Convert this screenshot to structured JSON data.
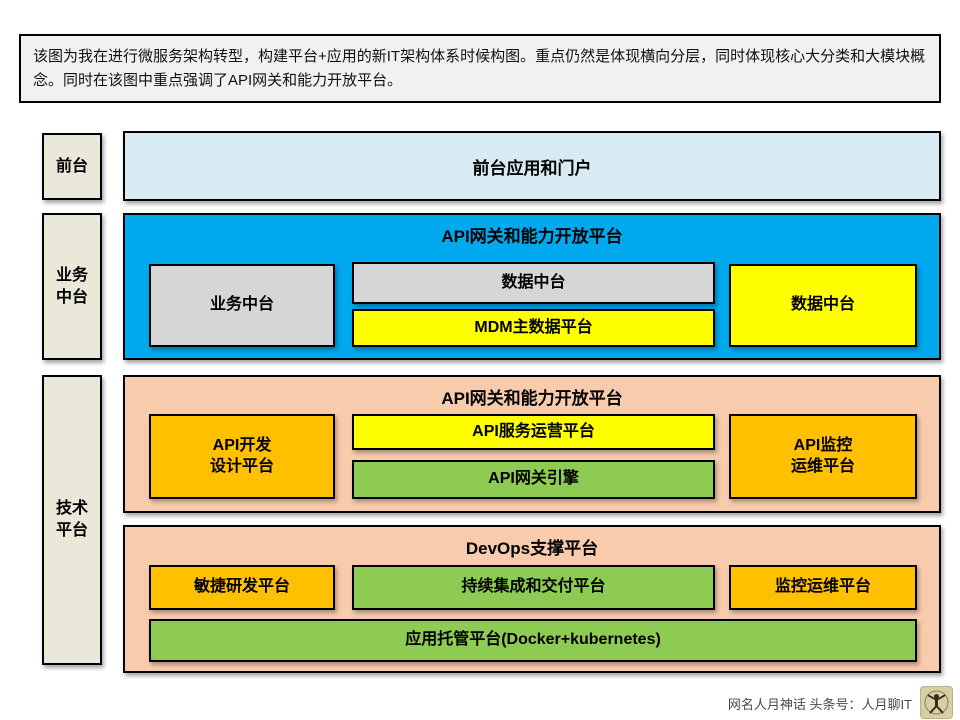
{
  "description": "该图为我在进行微服务架构转型，构建平台+应用的新IT架构体系时候构图。重点仍然是体现横向分层，同时体现核心大分类和大模块概念。同时在该图中重点强调了API网关和能力开放平台。",
  "side_labels": {
    "front": "前台",
    "business": "业务\n中台",
    "tech": "技术\n平台"
  },
  "front_layer": {
    "title": "前台应用和门户"
  },
  "business_layer": {
    "title": "API网关和能力开放平台",
    "business_center": "业务中台",
    "data_center": "数据中台",
    "mdm_platform": "MDM主数据平台",
    "data_center_right": "数据中台"
  },
  "api_layer": {
    "title": "API网关和能力开放平台",
    "dev_design": "API开发\n设计平台",
    "service_ops": "API服务运营平台",
    "gateway_engine": "API网关引擎",
    "monitor_ops": "API监控\n运维平台"
  },
  "devops_layer": {
    "title": "DevOps支撑平台",
    "agile_dev": "敏捷研发平台",
    "ci_cd": "持续集成和交付平台",
    "monitor": "监控运维平台",
    "hosting": "应用托管平台(Docker+kubernetes)"
  },
  "watermark": {
    "text": "网名人月神话 头条号：人月聊IT",
    "icon": "vitruvian-man-icon"
  },
  "colors": {
    "blue": "#00a9ee",
    "peach": "#f8cbad",
    "yellow": "#ffff00",
    "green": "#8ecb52",
    "gold": "#ffc000",
    "gray": "#d6d6d6",
    "light_blue": "#d8ebf4",
    "beige": "#eae8d8",
    "desc_bg": "#f1f1f1"
  }
}
